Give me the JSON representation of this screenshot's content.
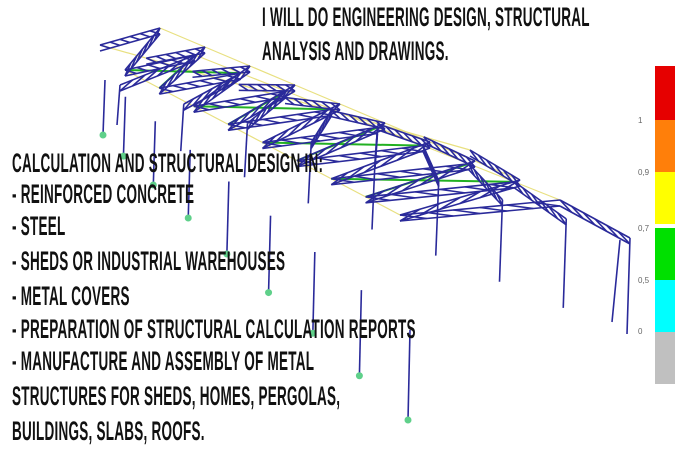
{
  "title": {
    "line1": "I WILL DO ENGINEERING DESIGN, STRUCTURAL",
    "line2": "ANALYSIS AND DRAWINGS."
  },
  "services": {
    "heading": "CALCULATION AND STRUCTURAL DESIGN IN:",
    "items": [
      "- REINFORCED CONCRETE",
      "- STEEL",
      "- SHEDS OR INDUSTRIAL WAREHOUSES",
      "- METAL COVERS",
      "- PREPARATION OF STRUCTURAL CALCULATION REPORTS",
      "- MANUFACTURE AND ASSEMBLY OF METAL",
      "STRUCTURES FOR SHEDS, HOMES, PERGOLAS,",
      "BUILDINGS, SLABS, ROOFS."
    ]
  },
  "legend": {
    "bands": [
      {
        "color": "#e60000",
        "from": 1,
        "to": null
      },
      {
        "color": "#ff7f0a",
        "from": 0.9,
        "to": 1
      },
      {
        "color": "#ffff00",
        "from": 0.7,
        "to": 0.9
      },
      {
        "color": "#00e000",
        "from": 0.5,
        "to": 0.7
      },
      {
        "color": "#00ffff",
        "from": 0,
        "to": 0.5
      },
      {
        "color": "#c0c0c0",
        "from": null,
        "to": 0
      }
    ],
    "labels": [
      "1",
      "0,9",
      "0,7",
      "0,5",
      "0"
    ]
  },
  "colors": {
    "frame": "#2a2a9a",
    "brace": "#22b022",
    "purlin": "#e8e080"
  }
}
